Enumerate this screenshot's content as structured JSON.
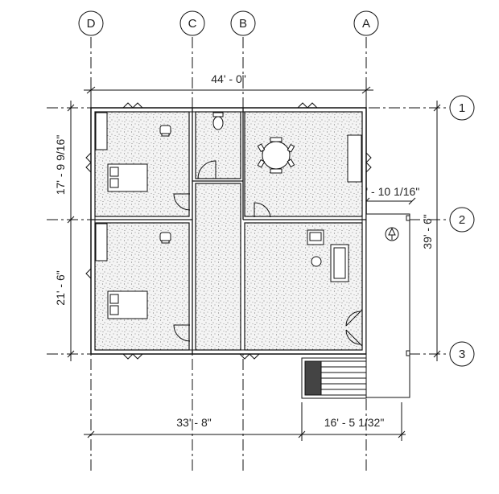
{
  "grid": {
    "columns": [
      "D",
      "C",
      "B",
      "A"
    ],
    "rows": [
      "1",
      "2",
      "3"
    ]
  },
  "dimensions": {
    "overall_width": "44' - 0\"",
    "upper_left_depth": "17' - 9 9/16\"",
    "lower_left_depth": "21' - 6\"",
    "overall_right_depth": "39' - 6\"",
    "porch_offset": "6' - 10 1/16\"",
    "bottom_left_width": "33' - 8\"",
    "bottom_right_width": "16' - 5 1/32\""
  }
}
